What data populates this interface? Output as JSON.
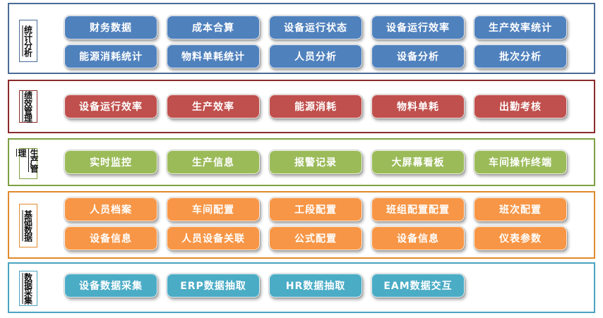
{
  "sections": [
    {
      "label": "统计分析",
      "border": "#4a6b96",
      "btn_color": "#4f81bd",
      "rows": [
        [
          "财务数据",
          "成本合算",
          "设备运行状态",
          "设备运行效率",
          "生产效率统计"
        ],
        [
          "能源消耗统计",
          "物料单耗统计",
          "人员分析",
          "设备分析",
          "批次分析"
        ]
      ]
    },
    {
      "label": "绩效管理",
      "border": "#8b2a2a",
      "btn_color": "#c0504d",
      "rows": [
        [
          "设备运行效率",
          "生产效率",
          "能源消耗",
          "物料单耗",
          "出勤考核"
        ]
      ]
    },
    {
      "label": "生产管理",
      "border": "#7ea040",
      "btn_color": "#9bbb59",
      "rows": [
        [
          "实时监控",
          "生产信息",
          "报警记录",
          "大屏幕看板",
          "车间操作终端"
        ]
      ]
    },
    {
      "label": "基础数据",
      "border": "#e08a2e",
      "btn_color": "#f79646",
      "rows": [
        [
          "人员档案",
          "车间配置",
          "工段配置",
          "班组配置配置",
          "班次配置"
        ],
        [
          "设备信息",
          "人员设备关联",
          "公式配置",
          "设备信息",
          "仪表参数"
        ]
      ]
    },
    {
      "label": "数据采集",
      "border": "#4aa3c0",
      "btn_color": "#4bacc6",
      "rows": [
        [
          "设备数据采集",
          "ERP数据抽取",
          "HR数据抽取",
          "EAM数据交互"
        ]
      ]
    }
  ]
}
